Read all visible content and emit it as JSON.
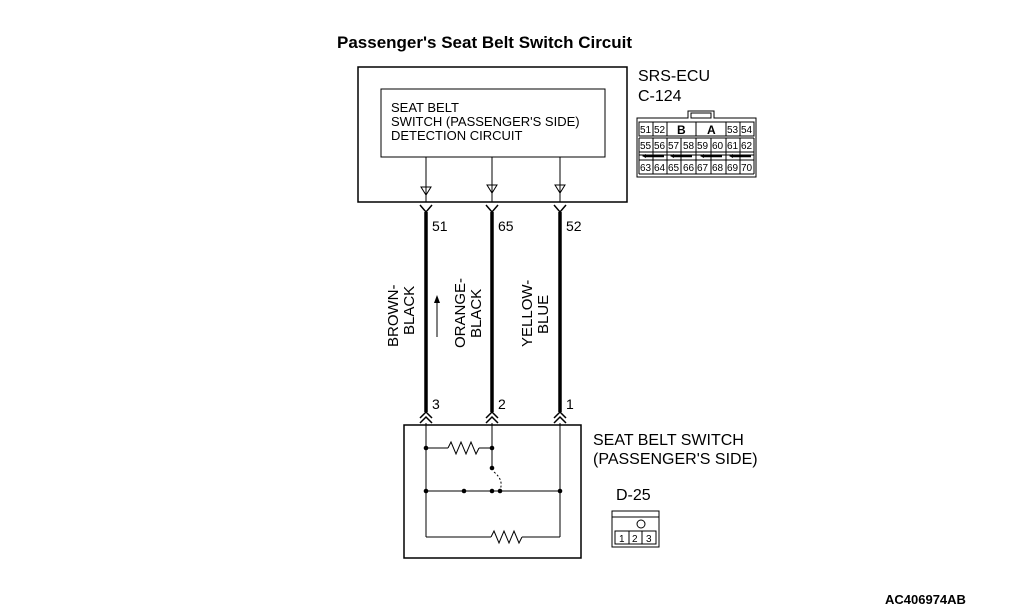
{
  "title": "Passenger's Seat Belt Switch Circuit",
  "ecu": {
    "name": "SRS-ECU",
    "connector_id": "C-124",
    "circuit_lines": [
      "SEAT BELT",
      "SWITCH (PASSENGER'S SIDE)",
      "DETECTION CIRCUIT"
    ],
    "connector_pins": {
      "row1": [
        "51",
        "52",
        "B",
        "A",
        "53",
        "54"
      ],
      "row2": [
        "55",
        "56",
        "57",
        "58",
        "59",
        "60",
        "61",
        "62"
      ],
      "row4": [
        "63",
        "64",
        "65",
        "66",
        "67",
        "68",
        "69",
        "70"
      ]
    }
  },
  "wires": [
    {
      "ecu_pin": "51",
      "switch_pin": "3",
      "color_lines": [
        "BROWN-",
        "BLACK"
      ]
    },
    {
      "ecu_pin": "65",
      "switch_pin": "2",
      "color_lines": [
        "ORANGE-",
        "BLACK"
      ]
    },
    {
      "ecu_pin": "52",
      "switch_pin": "1",
      "color_lines": [
        "YELLOW-",
        "BLUE"
      ]
    }
  ],
  "switch": {
    "name_lines": [
      "SEAT BELT SWITCH",
      "(PASSENGER'S SIDE)"
    ],
    "connector_id": "D-25",
    "connector_pins": [
      "1",
      "2",
      "3"
    ]
  },
  "figure_code": "AC406974AB"
}
